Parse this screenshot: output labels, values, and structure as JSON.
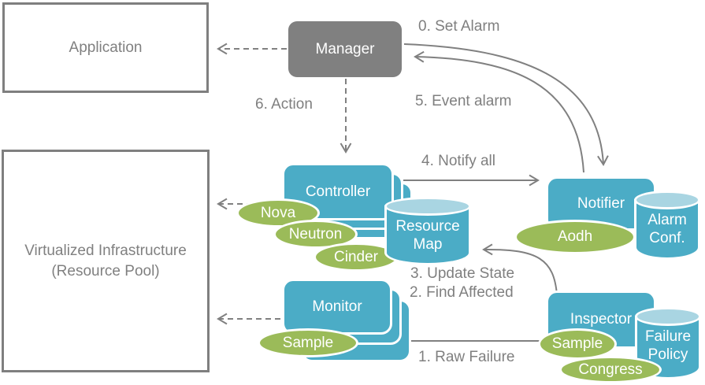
{
  "colors": {
    "node_blue": "#4BACC6",
    "ellipse_green": "#9BBB59",
    "manager_gray": "#808080",
    "cylinder_top_blue": "#A9D5E2",
    "line_gray": "#808080",
    "label_gray": "#7F7F7F"
  },
  "boxes": {
    "application": {
      "label": "Application"
    },
    "virtualized_infrastructure": {
      "label_line1": "Virtualized Infrastructure",
      "label_line2": "(Resource Pool)"
    },
    "manager": {
      "label": "Manager"
    },
    "controller": {
      "label": "Controller"
    },
    "monitor": {
      "label": "Monitor"
    },
    "notifier": {
      "label": "Notifier"
    },
    "inspector": {
      "label": "Inspector"
    }
  },
  "ellipses": {
    "nova": "Nova",
    "neutron": "Neutron",
    "cinder": "Cinder",
    "sample_monitor": "Sample",
    "aodh": "Aodh",
    "sample_inspector": "Sample",
    "congress": "Congress"
  },
  "cylinders": {
    "resource_map": {
      "line1": "Resource",
      "line2": "Map"
    },
    "alarm_conf": {
      "line1": "Alarm",
      "line2": "Conf."
    },
    "failure_policy": {
      "line1": "Failure",
      "line2": "Policy"
    }
  },
  "steps": {
    "step0": "0. Set Alarm",
    "step1": "1. Raw Failure",
    "step2": "2. Find Affected",
    "step3": "3. Update State",
    "step4": "4. Notify all",
    "step5": "5. Event alarm",
    "step6": "6. Action"
  }
}
